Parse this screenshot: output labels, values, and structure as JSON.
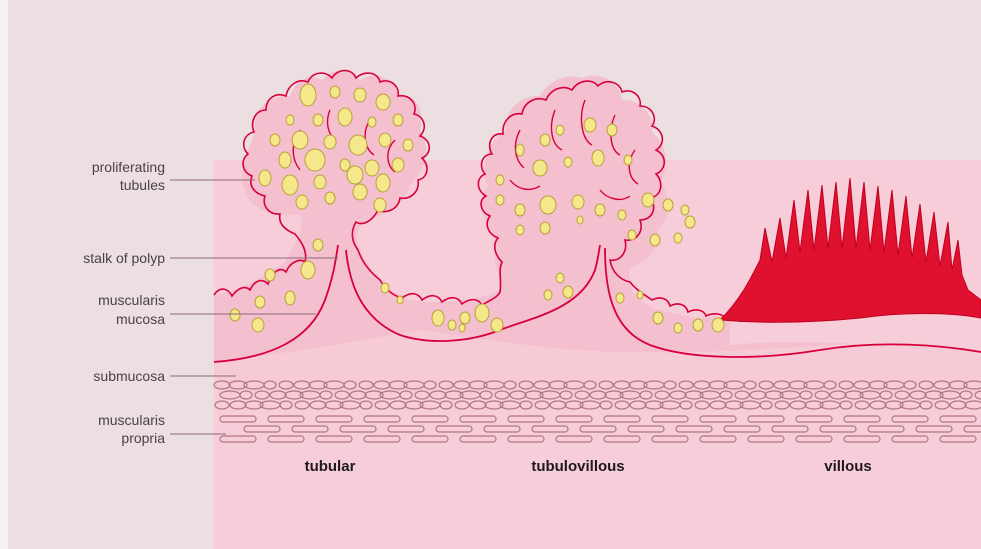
{
  "labels": {
    "proliferating_1": "proliferating",
    "proliferating_2": "tubules",
    "stalk": "stalk of polyp",
    "muscularis_mucosa_1": "muscularis",
    "muscularis_mucosa_2": "mucosa",
    "submucosa": "submucosa",
    "muscularis_propria_1": "muscularis",
    "muscularis_propria_2": "propria"
  },
  "captions": {
    "tubular": "tubular",
    "tubulovillous": "tubulovillous",
    "villous": "villous"
  },
  "colors": {
    "background": "#ecdfe2",
    "tissue": "#f4c8d4",
    "outline": "#d8003a",
    "villous_fill": "#e0102f",
    "tubule_fill": "#f5e88a",
    "tubule_stroke": "#b8a13a",
    "muscle_stroke": "#b07585"
  }
}
